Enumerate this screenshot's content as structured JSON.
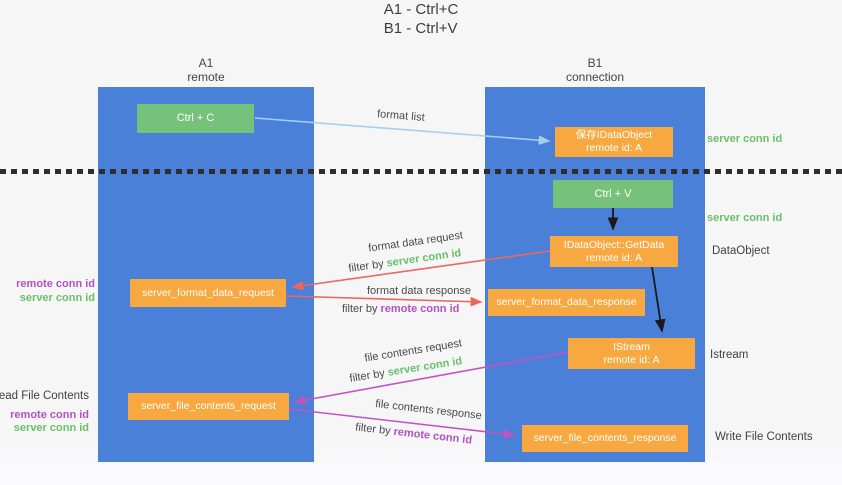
{
  "title": {
    "line1": "A1 - Ctrl+C",
    "line2": "B1 - Ctrl+V"
  },
  "columns": {
    "a1": {
      "name": "A1",
      "subtitle": "remote"
    },
    "b1": {
      "name": "B1",
      "subtitle": "connection"
    }
  },
  "nodes": {
    "ctrl_c": {
      "label": "Ctrl + C"
    },
    "save_idataobject": {
      "line1": "保存IDataObject",
      "line2": "remote id: A"
    },
    "ctrl_v": {
      "label": "Ctrl + V"
    },
    "getdata": {
      "line1": "IDataObject::GetData",
      "line2": "remote id: A"
    },
    "format_request": {
      "label": "server_format_data_request"
    },
    "format_response": {
      "label": "server_format_data_response"
    },
    "istream": {
      "line1": "IStream",
      "line2": "remote id: A"
    },
    "file_request": {
      "label": "server_file_contents_request"
    },
    "file_response": {
      "label": "server_file_contents_response"
    }
  },
  "arrow_labels": {
    "format_list": "format list",
    "format_data_request": "format data request",
    "format_data_response": "format data response",
    "file_contents_request": "file contents request",
    "file_contents_response": "file contents response",
    "filter_by": "filter by ",
    "server_conn_id": "server conn id",
    "remote_conn_id": "remote conn id"
  },
  "side_labels": {
    "server_conn_id_top": "server conn id",
    "server_conn_id_mid": "server conn id",
    "dataobject": "DataObject",
    "istream": "Istream",
    "write_file_contents": "Write File Contents",
    "read_file_contents": "Read File Contents",
    "left_remote_conn_id": "remote conn id",
    "left_server_conn_id": "server conn id",
    "left_remote_conn_id_2": "remote conn id",
    "left_server_conn_id_2": "server conn id"
  },
  "colors": {
    "column_blue": "#4a80d8",
    "node_green": "#77c27b",
    "node_orange": "#f7a841",
    "arrow_blue": "#a3d1ee",
    "arrow_red": "#ed665f",
    "arrow_magenta": "#c353c3",
    "arrow_black": "#1a1a1a",
    "text_green": "#6abf69",
    "text_purple": "#b252c2"
  }
}
